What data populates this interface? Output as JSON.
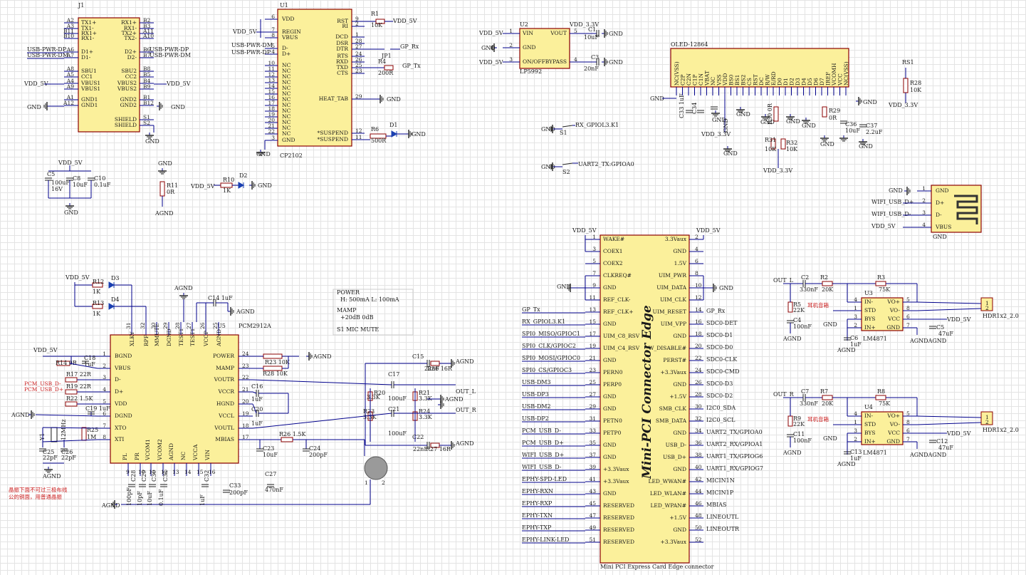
{
  "colors": {
    "ic_fill": "#fbf09b",
    "wire": "#00008b",
    "body_stroke": "#8b0000",
    "grid": "#e4e4e4",
    "note": "#cc2222"
  },
  "j1": {
    "ref": "J1",
    "left_pins": [
      {
        "num": "A2",
        "name": "TX1+"
      },
      {
        "num": "A3",
        "name": "TX1-"
      },
      {
        "num": "B11",
        "name": "RX1+"
      },
      {
        "num": "B10",
        "name": "RX1-"
      },
      {
        "num": "A6",
        "name": "D1+",
        "net": "USB-PWR-DP"
      },
      {
        "num": "A7",
        "name": "D1-",
        "net": "USB-PWR-DM"
      },
      {
        "num": "A8",
        "name": "SBU1"
      },
      {
        "num": "A5",
        "name": "CC1"
      },
      {
        "num": "A4",
        "name": "VBUS1",
        "net": "VDD_5V"
      },
      {
        "num": "A9",
        "name": "VBUS1"
      },
      {
        "num": "A1",
        "name": "GND1"
      },
      {
        "num": "A12",
        "name": "GND1",
        "net": "GND"
      }
    ],
    "right_pins": [
      {
        "num": "B2",
        "name": "RX1+"
      },
      {
        "num": "B3",
        "name": "RX1-"
      },
      {
        "num": "A11",
        "name": "TX2+"
      },
      {
        "num": "A10",
        "name": "TX2-"
      },
      {
        "num": "B6",
        "name": "D2+",
        "net": "USB-PWR-DP"
      },
      {
        "num": "B7",
        "name": "D2-",
        "net": "USB-PWR-DM"
      },
      {
        "num": "B8",
        "name": "SBU2"
      },
      {
        "num": "B5",
        "name": "CC2"
      },
      {
        "num": "B4",
        "name": "VBUS2",
        "net": "VDD_5V"
      },
      {
        "num": "B9",
        "name": "VBUS2"
      },
      {
        "num": "B1",
        "name": "GND2"
      },
      {
        "num": "B12",
        "name": "GND2",
        "net": "GND"
      },
      {
        "num": "S1",
        "name": "SHIELD"
      },
      {
        "num": "S2",
        "name": "SHIELD"
      }
    ],
    "gnd_label": "GND"
  },
  "u1": {
    "ref": "U1",
    "name": "CP2102",
    "left_pins": [
      {
        "num": "6",
        "name": "VDD"
      },
      {
        "num": "7",
        "name": "REGIN"
      },
      {
        "num": "8",
        "name": "VBUS"
      },
      {
        "num": "5",
        "name": "D-"
      },
      {
        "num": "4",
        "name": "D+"
      },
      {
        "num": "10",
        "name": "NC"
      },
      {
        "num": "11",
        "name": "NC"
      },
      {
        "num": "12",
        "name": "NC"
      },
      {
        "num": "13",
        "name": "NC"
      },
      {
        "num": "14",
        "name": "NC"
      },
      {
        "num": "15",
        "name": "NC"
      },
      {
        "num": "16",
        "name": "NC"
      },
      {
        "num": "17",
        "name": "NC"
      },
      {
        "num": "18",
        "name": "NC"
      },
      {
        "num": "19",
        "name": "NC"
      },
      {
        "num": "20",
        "name": "NC"
      },
      {
        "num": "21",
        "name": "NC"
      },
      {
        "num": "22",
        "name": "NC"
      },
      {
        "num": "3",
        "name": "GND"
      }
    ],
    "right_pins": [
      {
        "num": "9",
        "name": "RST"
      },
      {
        "num": "2",
        "name": "RI"
      },
      {
        "num": "1",
        "name": "DCD"
      },
      {
        "num": "28",
        "name": "DSR"
      },
      {
        "num": "27",
        "name": "DTR"
      },
      {
        "num": "24",
        "name": "RTS"
      },
      {
        "num": "26",
        "name": "RXD"
      },
      {
        "num": "25",
        "name": "TXD"
      },
      {
        "num": "23",
        "name": "CTS"
      },
      {
        "num": "29",
        "name": "HEAT_TAB"
      },
      {
        "num": "12",
        "name": "SUSPEND"
      },
      {
        "num": "11",
        "name": "SUSPEND"
      }
    ],
    "left_nets": {
      "vdd": "VDD_5V",
      "dm": "USB-PWR-DM",
      "dp": "USB-PWR-DP"
    },
    "r1": {
      "ref": "R1",
      "val": "10K",
      "net": "VDD_5V"
    },
    "jp1": {
      "ref": "JP1",
      "net": "GP_Rx"
    },
    "r4": {
      "ref": "R4",
      "val": "200R",
      "net": "GP_Tx"
    },
    "r6": {
      "ref": "R6",
      "val": "500R"
    },
    "d1": {
      "ref": "D1"
    }
  },
  "u2": {
    "ref": "U2",
    "name": "LP5992",
    "pins": [
      {
        "num": "1",
        "name": "VIN"
      },
      {
        "num": "2",
        "name": "GND"
      },
      {
        "num": "3",
        "name": "ON/OFF"
      },
      {
        "num": "5",
        "name": "VOUT"
      },
      {
        "num": "4",
        "name": "BYPASS"
      }
    ],
    "c1": {
      "ref": "C1",
      "val": "10uF"
    },
    "c3": {
      "ref": "C3",
      "val": "20nF"
    },
    "out_net": "VDD_3.3V"
  },
  "oled": {
    "ref": "OLED-12864",
    "pins": [
      "NC(VSS)",
      "C2P",
      "C2N",
      "C1P",
      "C1N",
      "VBAT",
      "NC",
      "VSS",
      "VDD",
      "BS0",
      "BS1",
      "BS2",
      "CS",
      "RST",
      "DC",
      "R/W",
      "E/RD",
      "D0",
      "D1",
      "D2",
      "D3",
      "D4",
      "D5",
      "D6",
      "D7",
      "IREF",
      "VCOMH",
      "VCC",
      "NC(VSS)"
    ],
    "caps": [
      {
        "ref": "C33",
        "val": "1uF"
      },
      {
        "ref": "C34",
        "val": "1uF"
      },
      {
        "ref": "C36",
        "val": "10uF"
      },
      {
        "ref": "C37",
        "val": "2.2uF"
      }
    ],
    "res": [
      {
        "ref": "R30",
        "val": "0R"
      },
      {
        "ref": "R31",
        "val": "10K"
      },
      {
        "ref": "R32",
        "val": "10K"
      },
      {
        "ref": "R29",
        "val": "0R"
      },
      {
        "ref": "R28",
        "val": "10K"
      }
    ],
    "rs1": "RS1",
    "net": "VDD_3.3V"
  },
  "switches": [
    {
      "ref": "S1",
      "net": "RX_GPIOL3.K1"
    },
    {
      "ref": "S2",
      "net": "UART2_TX:GPIOA0"
    }
  ],
  "pwr_misc": {
    "c5": {
      "ref": "C5",
      "val": "100uF",
      "v": "16V"
    },
    "c8": {
      "ref": "C8",
      "val": "10uF"
    },
    "c10": {
      "ref": "C10",
      "val": "0.1uF"
    },
    "r11": {
      "ref": "R11",
      "val": "0R"
    },
    "r10": {
      "ref": "R10",
      "val": "1K"
    },
    "d2": {
      "ref": "D2"
    }
  },
  "hdr": {
    "pins": [
      {
        "num": "1",
        "name": "GND"
      },
      {
        "num": "2",
        "name": "D+",
        "net": "WIFI_USB_D+"
      },
      {
        "num": "3",
        "name": "D-",
        "net": "WIFI_USB_D-"
      },
      {
        "num": "4",
        "name": "VBUS",
        "net": "VDD_5V"
      }
    ],
    "gnd": "GND"
  },
  "u5": {
    "ref": "U5",
    "name": "PCM2912A",
    "top_pins": [
      {
        "num": "31",
        "name": "XLKY"
      },
      {
        "num": "32",
        "name": "RPF"
      },
      {
        "num": "30",
        "name": "MMUTE"
      },
      {
        "num": "29",
        "name": "DGND"
      },
      {
        "num": "28",
        "name": "TEST1"
      },
      {
        "num": "27",
        "name": "TEST1"
      },
      {
        "num": "26",
        "name": "VCCP"
      },
      {
        "num": "25",
        "name": "AGND"
      }
    ],
    "left_pins": [
      {
        "num": "1",
        "name": "BGND"
      },
      {
        "num": "2",
        "name": "VBUS"
      },
      {
        "num": "3",
        "name": "D-"
      },
      {
        "num": "4",
        "name": "D+"
      },
      {
        "num": "5",
        "name": "VDD"
      },
      {
        "num": "6",
        "name": "DGND"
      },
      {
        "num": "7",
        "name": "XTO"
      },
      {
        "num": "8",
        "name": "XTI"
      }
    ],
    "right_pins": [
      {
        "num": "24",
        "name": "POWER"
      },
      {
        "num": "23",
        "name": "MAMP"
      },
      {
        "num": "22",
        "name": "VOUTR"
      },
      {
        "num": "21",
        "name": "VCCR"
      },
      {
        "num": "20",
        "name": "HGND"
      },
      {
        "num": "19",
        "name": "VCCL"
      },
      {
        "num": "18",
        "name": "VOUTL"
      },
      {
        "num": "17",
        "name": "MBIAS"
      }
    ],
    "bottom_pins": [
      {
        "num": "9",
        "name": "PL"
      },
      {
        "num": "10",
        "name": "PR"
      },
      {
        "num": "11",
        "name": "VCOM1"
      },
      {
        "num": "12",
        "name": "VCOM2"
      },
      {
        "num": "13",
        "name": "AGND"
      },
      {
        "num": "14",
        "name": "NC"
      },
      {
        "num": "15",
        "name": "VCCA"
      },
      {
        "num": "16",
        "name": "VIN"
      }
    ]
  },
  "audio": {
    "power_note": [
      "POWER",
      "H: 500mA    L: 100mA",
      "MAMP",
      "+20dB          0dB",
      "S1  MIC MUTE"
    ],
    "parts": [
      "R12 1K",
      "R13 1K",
      "D3",
      "D4",
      "C14 1uF",
      "C18 1uF",
      "R14 0R",
      "R17 22R",
      "R19 22R",
      "R22 1.5K",
      "C19 1uF",
      "R25 1M",
      "Y1 12MHz",
      "C25 22pF",
      "C26 22pF",
      "R23 10K",
      "R28 10K",
      "C15",
      "R36 16R",
      "R20 3.3K",
      "R21 3.3K",
      "R23 3.3K",
      "R24 3.3K",
      "C17 100uF",
      "C21 100uF",
      "C22",
      "R27 16R",
      "C16 1uF",
      "C20 1uF",
      "R26 1.5K",
      "C23 10uF",
      "C24 200pF",
      "C27 470nF",
      "C33 200pF",
      "C28 100pF",
      "C29 10pF",
      "C30 10uF",
      "C31 0.1uF",
      "C32 1uF"
    ],
    "nets": {
      "agnd": "AGND",
      "vdd": "VDD_5V",
      "pcm_dm": "PCM_USB_D-",
      "pcm_dp": "PCM_USB_D+",
      "outl": "OUT_L",
      "outr": "OUT_R"
    },
    "note_cn": [
      "晶振下面不可过三极布线",
      "公的铜面，用普通晶振"
    ]
  },
  "minipci": {
    "title": "Mini-PCI Connector Edge",
    "caption": "Mini PCI Express Card Edge connector",
    "left": [
      {
        "num": "1",
        "name": "WAKE#",
        "net": "VDD_5V"
      },
      {
        "num": "3",
        "name": "COEX1"
      },
      {
        "num": "5",
        "name": "COEX2"
      },
      {
        "num": "7",
        "name": "CLKREQ#"
      },
      {
        "num": "9",
        "name": "GND",
        "net": "GND"
      },
      {
        "num": "11",
        "name": "REF_CLK-"
      },
      {
        "num": "13",
        "name": "REF_CLK+",
        "net": "GP_Tx"
      },
      {
        "num": "15",
        "name": "GND",
        "net": "RX_GPIOL3.K1"
      },
      {
        "num": "17",
        "name": "UIM_C8_RSV",
        "net": "SPI0_MISO/GPIOC1"
      },
      {
        "num": "19",
        "name": "UIM_C4_RSV",
        "net": "SPI0_CLK/GPIOC2"
      },
      {
        "num": "21",
        "name": "GND",
        "net": "SPI0_MOSI/GPIOC0"
      },
      {
        "num": "23",
        "name": "PERN0",
        "net": "SPI0_CS/GPIOC3"
      },
      {
        "num": "25",
        "name": "PERP0",
        "net": "USB-DM3"
      },
      {
        "num": "27",
        "name": "GND",
        "net": "USB-DP3"
      },
      {
        "num": "29",
        "name": "GND",
        "net": "USB-DM2"
      },
      {
        "num": "31",
        "name": "PETN0",
        "net": "USB-DP2"
      },
      {
        "num": "33",
        "name": "PETP0",
        "net": "PCM_USB_D-"
      },
      {
        "num": "35",
        "name": "GND",
        "net": "PCM_USB_D+"
      },
      {
        "num": "37",
        "name": "GND",
        "net": "WIFI_USB_D+"
      },
      {
        "num": "39",
        "name": "+3.3Vaux",
        "net": "WIFI_USB_D-"
      },
      {
        "num": "41",
        "name": "+3.3Vaux",
        "net": "EPHY-SPD-LED"
      },
      {
        "num": "43",
        "name": "GND",
        "net": "EPHY-RXN"
      },
      {
        "num": "45",
        "name": "RESERVED",
        "net": "EPHY-RXP"
      },
      {
        "num": "47",
        "name": "RESERVED",
        "net": "EPHY-TXN"
      },
      {
        "num": "49",
        "name": "RESERVED",
        "net": "EPHY-TXP"
      },
      {
        "num": "51",
        "name": "RESERVED",
        "net": "EPHY-LINK-LED"
      }
    ],
    "right": [
      {
        "num": "2",
        "name": "3.3Vaux",
        "net": "VDD_5V"
      },
      {
        "num": "4",
        "name": "GND"
      },
      {
        "num": "6",
        "name": "1.5V"
      },
      {
        "num": "8",
        "name": "UIM_PWR"
      },
      {
        "num": "10",
        "name": "UIM_DATA",
        "net": "GND"
      },
      {
        "num": "12",
        "name": "UIM_CLK"
      },
      {
        "num": "14",
        "name": "UIM_RESET",
        "net": "GP_Rx"
      },
      {
        "num": "16",
        "name": "UIM_VPP",
        "net": "SDC0-DET"
      },
      {
        "num": "18",
        "name": "GND",
        "net": "SDC0-D1"
      },
      {
        "num": "20",
        "name": "W_DISABLE#",
        "net": "SDC0-D0"
      },
      {
        "num": "22",
        "name": "PERST#",
        "net": "SDC0-CLK"
      },
      {
        "num": "24",
        "name": "+3.3Vaux",
        "net": "SDC0-CMD"
      },
      {
        "num": "26",
        "name": "GND",
        "net": "SDC0-D3"
      },
      {
        "num": "28",
        "name": "+1.5V",
        "net": "SDC0-D2"
      },
      {
        "num": "30",
        "name": "SMB_CLK",
        "net": "I2C0_SDA"
      },
      {
        "num": "32",
        "name": "SMB_DATA",
        "net": "I2C0_SCL"
      },
      {
        "num": "34",
        "name": "GND",
        "net": "UART2_TX/GPIOA0"
      },
      {
        "num": "36",
        "name": "USB_D-",
        "net": "UART2_RX/GPIOA1"
      },
      {
        "num": "38",
        "name": "USB_D+",
        "net": "UART1_TX/GPIOG6"
      },
      {
        "num": "40",
        "name": "GND",
        "net": "UART1_RX/GPIOG7"
      },
      {
        "num": "42",
        "name": "LED_WWAN#",
        "net": "MICIN1N"
      },
      {
        "num": "44",
        "name": "LED_WLAN#",
        "net": "MICIN1P"
      },
      {
        "num": "46",
        "name": "LED_WPAN#",
        "net": "MBIAS"
      },
      {
        "num": "48",
        "name": "+1.5V",
        "net": "LINEOUTL"
      },
      {
        "num": "50",
        "name": "GND",
        "net": "LINEOUTR"
      },
      {
        "num": "52",
        "name": "+3.3Vaux"
      }
    ]
  },
  "amp1": {
    "ref": "U3",
    "name": "LM4871",
    "in_net": "OUT_L",
    "hdr": "HDR1x2_2.0",
    "note": "耳机音箱",
    "left": [
      {
        "num": "4",
        "name": "IN-"
      },
      {
        "num": "1",
        "name": "STD"
      },
      {
        "num": "3",
        "name": "BYS"
      },
      {
        "num": "2",
        "name": "IN+"
      }
    ],
    "right": [
      {
        "num": "5",
        "name": "VO+"
      },
      {
        "num": "8",
        "name": "VO-"
      },
      {
        "num": "6",
        "name": "VCC"
      },
      {
        "num": "7",
        "name": "GND"
      }
    ],
    "parts": [
      "C2 330nF",
      "R2 20K",
      "R3 75K",
      "R5 22K",
      "C4 100nF",
      "C6 1uF",
      "C5 47uF"
    ],
    "vdd": "VDD_5V",
    "gnd": "GND",
    "agnd": "AGNDAGND"
  },
  "amp2": {
    "ref": "U4",
    "name": "LM4871",
    "in_net": "OUT_R",
    "hdr": "HDR1x2_2.0",
    "note": "耳机音箱",
    "left": [
      {
        "num": "4",
        "name": "IN-"
      },
      {
        "num": "1",
        "name": "STD"
      },
      {
        "num": "3",
        "name": "BYS"
      },
      {
        "num": "2",
        "name": "IN+"
      }
    ],
    "right": [
      {
        "num": "5",
        "name": "VO+"
      },
      {
        "num": "8",
        "name": "VO-"
      },
      {
        "num": "6",
        "name": "VCC"
      },
      {
        "num": "7",
        "name": "GND"
      }
    ],
    "parts": [
      "C7 330nF",
      "R7 20K",
      "R8 75K",
      "R9 22K",
      "C11 100nF",
      "C13 1uF",
      "C12 47uF"
    ],
    "vdd": "VDD_5V",
    "gnd": "GND",
    "agnd": "AGNDAGND"
  }
}
